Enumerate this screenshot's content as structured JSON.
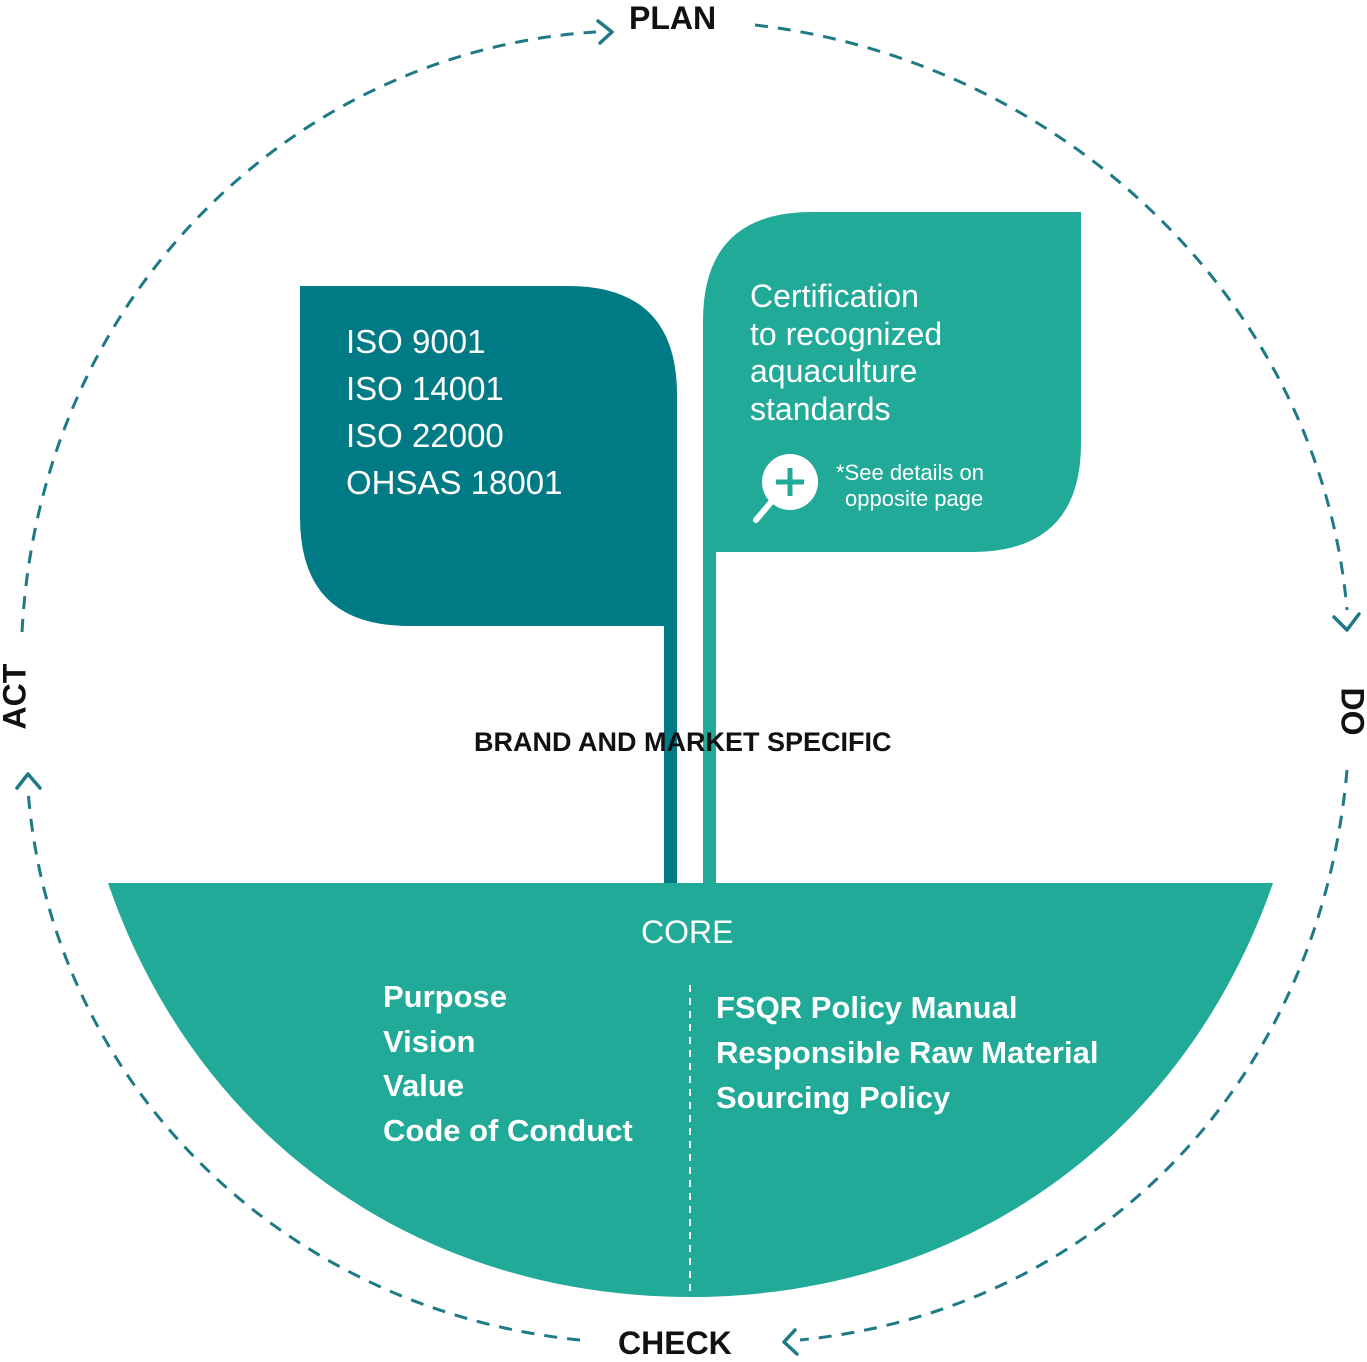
{
  "cycle": {
    "plan": "PLAN",
    "do": "DO",
    "check": "CHECK",
    "act": "ACT"
  },
  "brand_label": "BRAND AND MARKET SPECIFIC",
  "left_leaf": {
    "items": [
      "ISO 9001",
      "ISO 14001",
      "ISO 22000",
      "OHSAS 18001"
    ]
  },
  "right_leaf": {
    "lines": [
      "Certification",
      "to recognized",
      "aquaculture",
      "standards"
    ],
    "note_lines": [
      "*See details on",
      "opposite page"
    ],
    "icon": "magnifier-plus-icon"
  },
  "core": {
    "title": "CORE",
    "left_items": [
      "Purpose",
      "Vision",
      "Value",
      "Code of Conduct"
    ],
    "right_items": [
      "FSQR Policy Manual",
      "Responsible Raw Material",
      "Sourcing Policy"
    ]
  },
  "colors": {
    "dark_teal": "#007A85",
    "light_teal": "#22AA98",
    "arrow": "#1E7A85"
  }
}
